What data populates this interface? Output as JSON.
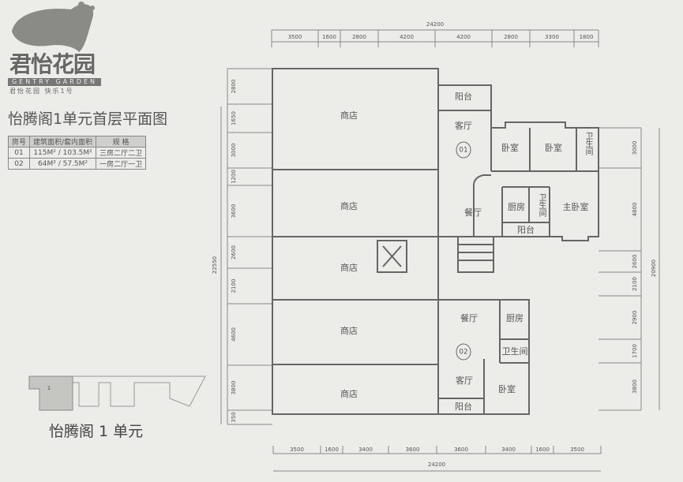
{
  "logo": {
    "cn": "君怡花园",
    "en": "GENTRY GARDEN",
    "slogan": "君怡花园 快乐1号"
  },
  "title": "怡腾阁1单元首层平面图",
  "table": {
    "headers": [
      "房号",
      "建筑面积/套内面积",
      "规 格"
    ],
    "rows": [
      [
        "01",
        "115M² / 103.5M²",
        "三房二厅二卫"
      ],
      [
        "02",
        "64M² / 57.5M²",
        "一房二厅一卫"
      ]
    ]
  },
  "key_plan": {
    "unit_marker": "1",
    "caption": "怡腾阁 1 单元"
  },
  "dimensions": {
    "top_total": "24200",
    "top": [
      "3500",
      "1600",
      "2800",
      "4200",
      "4200",
      "2800",
      "3300",
      "1800"
    ],
    "bottom_total": "24200",
    "bottom": [
      "3500",
      "1600",
      "3400",
      "3600",
      "3600",
      "3400",
      "1600",
      "3500"
    ],
    "left_total": "22550",
    "left": [
      "2800",
      "1650",
      "3000",
      "1200",
      "3600",
      "2600",
      "2100",
      "4600",
      "3800",
      "350"
    ],
    "right_total": "20900",
    "right": [
      "3000",
      "4800",
      "2600",
      "2100",
      "2900",
      "1700",
      "3800"
    ]
  },
  "rooms": {
    "shop": "商店",
    "unit01": {
      "number": "01",
      "balcony": "阳台",
      "living": "客厅",
      "bedroom1": "卧室",
      "bedroom2": "卧室",
      "bath1": "卫生间",
      "kitchen": "厨房",
      "bath2": "卫生间",
      "master": "主卧室",
      "dining": "餐厅",
      "balcony2": "阳台"
    },
    "unit02": {
      "number": "02",
      "dining": "餐厅",
      "kitchen": "厨房",
      "bath": "卫生间",
      "living": "客厅",
      "bedroom": "卧室",
      "balcony": "阳台"
    }
  }
}
